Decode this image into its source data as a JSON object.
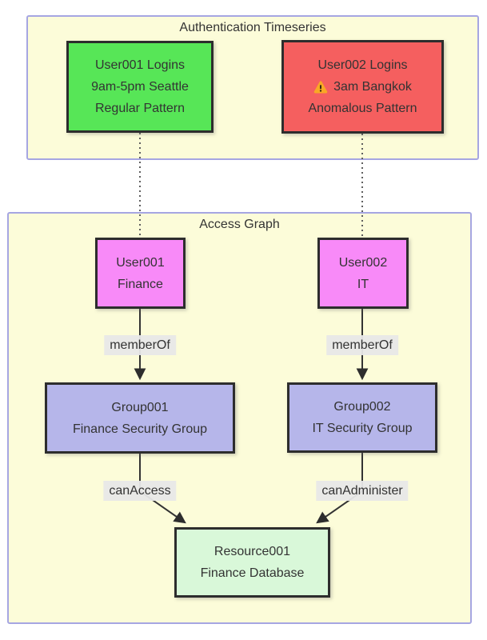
{
  "diagram": {
    "auth_section": {
      "title": "Authentication Timeseries",
      "nodes": {
        "user001_logins": {
          "line1": "User001 Logins",
          "line2": "9am-5pm Seattle",
          "line3": "Regular Pattern"
        },
        "user002_logins": {
          "line1": "User002 Logins",
          "line2": "3am Bangkok",
          "line3": "Anomalous Pattern",
          "warning_icon": "warning-triangle"
        }
      }
    },
    "access_section": {
      "title": "Access Graph",
      "nodes": {
        "user001": {
          "line1": "User001",
          "line2": "Finance"
        },
        "user002": {
          "line1": "User002",
          "line2": "IT"
        },
        "group001": {
          "line1": "Group001",
          "line2": "Finance Security Group"
        },
        "group002": {
          "line1": "Group002",
          "line2": "IT Security Group"
        },
        "resource001": {
          "line1": "Resource001",
          "line2": "Finance Database"
        }
      },
      "edge_labels": {
        "user001_to_group001": "memberOf",
        "user002_to_group002": "memberOf",
        "group001_to_resource001": "canAccess",
        "group002_to_resource001": "canAdminister"
      }
    },
    "colors": {
      "regular_pattern_fill": "#57e657",
      "anomalous_pattern_fill": "#f55f5f",
      "user_node_fill": "#f88af8",
      "group_node_fill": "#b6b6ea",
      "resource_node_fill": "#d9f8d9",
      "container_fill": "#fcfcd9",
      "container_border": "#a6a6e2",
      "node_border": "#2d2d2d",
      "edge_color": "#333333",
      "edge_label_bg": "#e8e8e8",
      "text_color": "#333333",
      "warning_icon_color": "#f9a825"
    }
  }
}
